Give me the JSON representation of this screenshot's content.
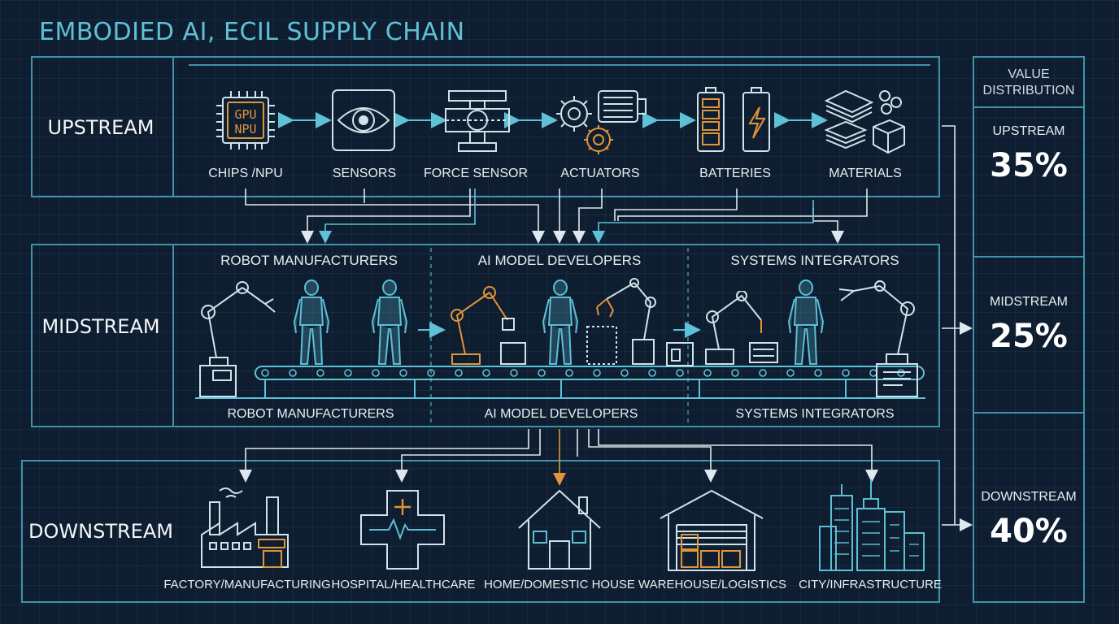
{
  "title": "EMBODIED AI, ECIL SUPPLY CHAIN",
  "tiers": {
    "upstream": "UPSTREAM",
    "midstream": "MIDSTREAM",
    "downstream": "DOWNSTREAM"
  },
  "upstream_items": [
    {
      "label": "CHIPS /NPU",
      "icon": "chip-icon",
      "chip_text_1": "GPU",
      "chip_text_2": "NPU"
    },
    {
      "label": "SENSORS",
      "icon": "eye-sensor-icon"
    },
    {
      "label": "FORCE SENSOR",
      "icon": "force-sensor-icon"
    },
    {
      "label": "ACTUATORS",
      "icon": "gear-motor-icon"
    },
    {
      "label": "BATTERIES",
      "icon": "battery-icon"
    },
    {
      "label": "MATERIALS",
      "icon": "materials-icon"
    }
  ],
  "midstream_top_labels": [
    "ROBOT MANUFACTURERS",
    "AI MODEL DEVELOPERS",
    "SYSTEMS INTEGRATORS"
  ],
  "midstream_bottom_labels": [
    "ROBOT MANUFACTURERS",
    "AI MODEL DEVELOPERS",
    "SYSTEMS INTEGRATORS"
  ],
  "downstream_items": [
    {
      "label": "FACTORY/MANUFACTURING",
      "icon": "factory-icon"
    },
    {
      "label": "HOSPITAL/HEALTHCARE",
      "icon": "hospital-icon"
    },
    {
      "label": "HOME/DOMESTIC HOUSE",
      "icon": "house-icon"
    },
    {
      "label": "WAREHOUSE/LOGISTICS",
      "icon": "warehouse-icon"
    },
    {
      "label": "CITY/INFRASTRUCTURE",
      "icon": "city-icon"
    }
  ],
  "value_distribution": {
    "title_line1": "VALUE",
    "title_line2": "DISTRIBUTION",
    "items": [
      {
        "label": "UPSTREAM",
        "percent": "35%"
      },
      {
        "label": "MIDSTREAM",
        "percent": "25%"
      },
      {
        "label": "DOWNSTREAM",
        "percent": "40%"
      }
    ]
  },
  "colors": {
    "line": "#3f93aa",
    "icon": "#cfe3ea",
    "accent_orange": "#e0953a",
    "robot_blue": "#5bc0d6",
    "title": "#5fc1d6"
  }
}
